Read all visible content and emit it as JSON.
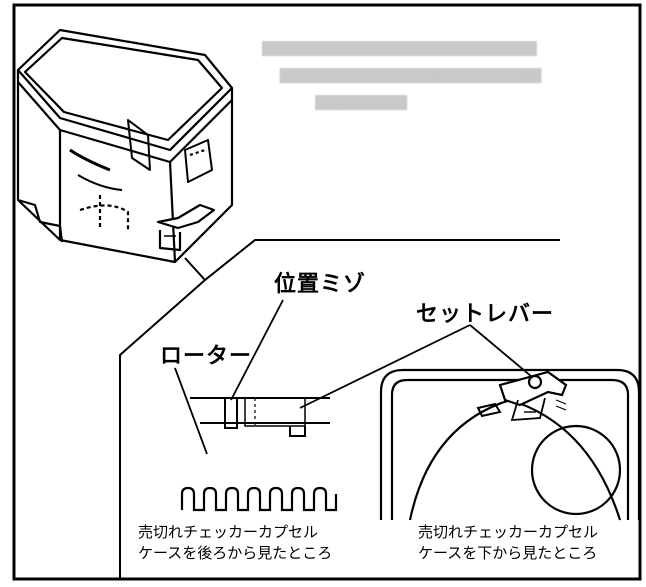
{
  "labels": {
    "position_groove": "位置ミゾ",
    "set_lever": "セットレバー",
    "rotor": "ローター"
  },
  "captions": {
    "back_view": [
      "売切れチェッカーカプセル",
      "ケースを後ろから見たところ"
    ],
    "bottom_view": [
      "売切れチェッカーカプセル",
      "ケースを下から見たところ"
    ]
  },
  "colors": {
    "ink": "#000000",
    "ghost_text": "#c9c9c9",
    "background": "#ffffff"
  }
}
